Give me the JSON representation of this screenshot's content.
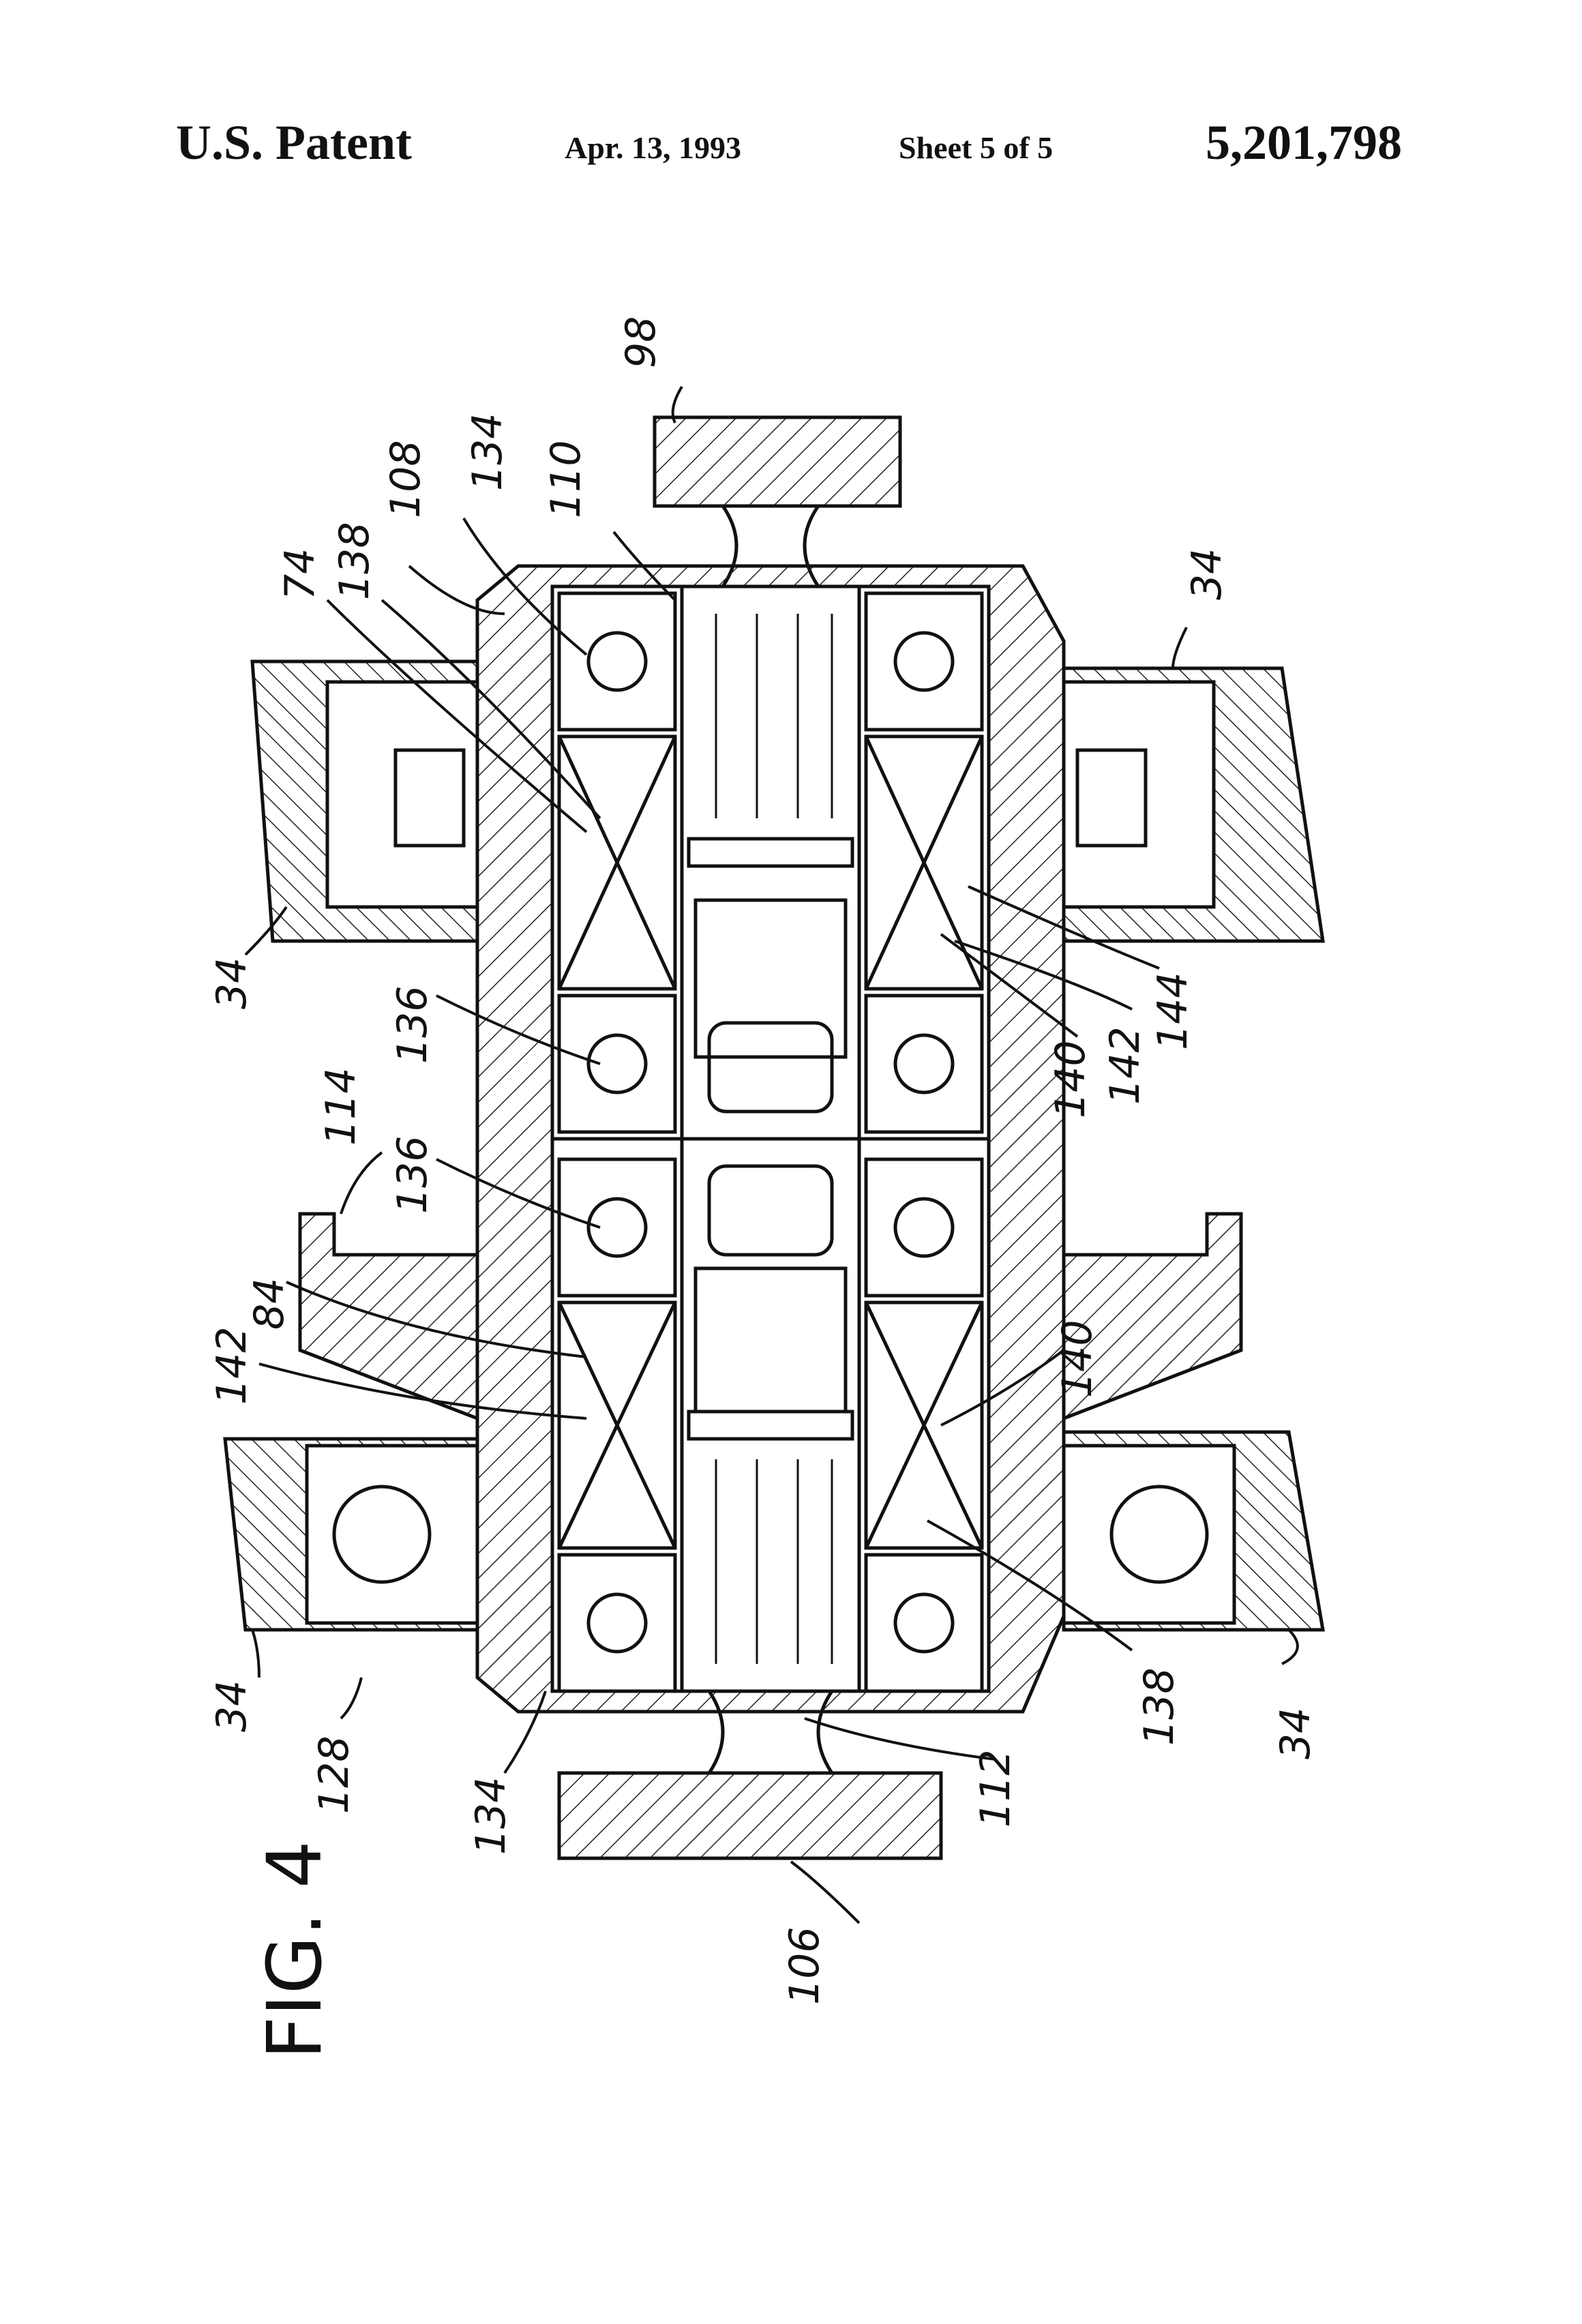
{
  "header": {
    "left": "U.S. Patent",
    "date": "Apr. 13, 1993",
    "sheet": "Sheet 5 of 5",
    "number": "5,201,798"
  },
  "figure": {
    "label": "FIG. 4",
    "refs": {
      "r98": "98",
      "r110": "110",
      "r134a": "134",
      "r108": "108",
      "r138a": "138",
      "r74": "74",
      "r34a": "34",
      "r34b": "34",
      "r34c": "34",
      "r34d": "34",
      "r144": "144",
      "r142a": "142",
      "r140a": "140",
      "r136a": "136",
      "r114": "114",
      "r136b": "136",
      "r84": "84",
      "r142b": "142",
      "r140b": "140",
      "r128": "128",
      "r134b": "134",
      "r112": "112",
      "r138b": "138",
      "r106": "106"
    }
  }
}
